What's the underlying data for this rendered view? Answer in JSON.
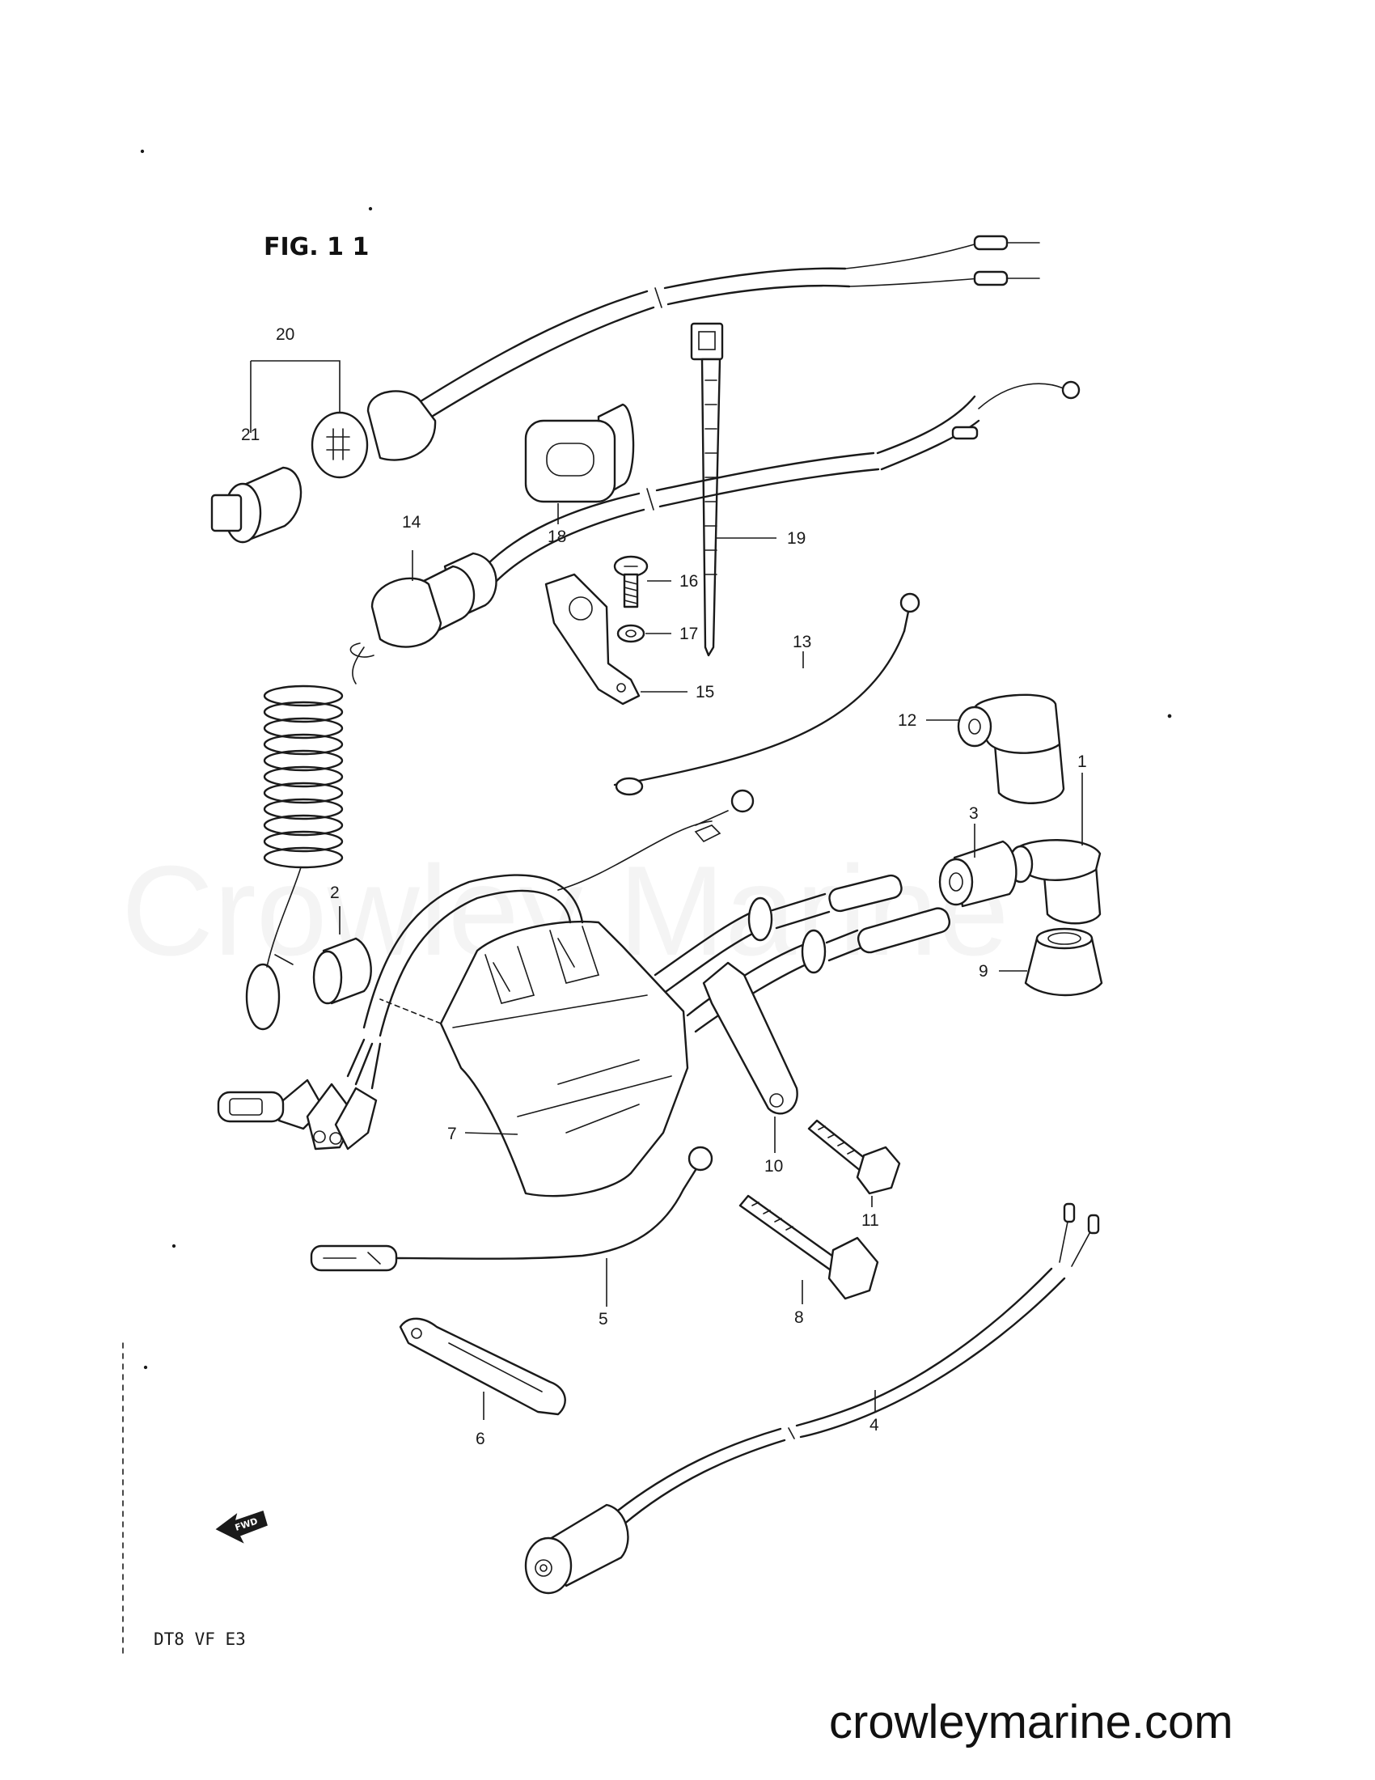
{
  "figure": {
    "title": "FIG. 1 1",
    "model_code": "DT8 VF E3",
    "fwd_label": "FWD"
  },
  "watermark": "Crowley Marine",
  "site": "crowleymarine.com",
  "callouts": [
    {
      "id": "20",
      "label": "20"
    },
    {
      "id": "21",
      "label": "21"
    },
    {
      "id": "18",
      "label": "18"
    },
    {
      "id": "19",
      "label": "19"
    },
    {
      "id": "14",
      "label": "14"
    },
    {
      "id": "16",
      "label": "16"
    },
    {
      "id": "17",
      "label": "17"
    },
    {
      "id": "15",
      "label": "15"
    },
    {
      "id": "13",
      "label": "13"
    },
    {
      "id": "12",
      "label": "12"
    },
    {
      "id": "1",
      "label": "1"
    },
    {
      "id": "3",
      "label": "3"
    },
    {
      "id": "9",
      "label": "9"
    },
    {
      "id": "2",
      "label": "2"
    },
    {
      "id": "7",
      "label": "7"
    },
    {
      "id": "10",
      "label": "10"
    },
    {
      "id": "11",
      "label": "11"
    },
    {
      "id": "5",
      "label": "5"
    },
    {
      "id": "8",
      "label": "8"
    },
    {
      "id": "6",
      "label": "6"
    },
    {
      "id": "4",
      "label": "4"
    }
  ]
}
